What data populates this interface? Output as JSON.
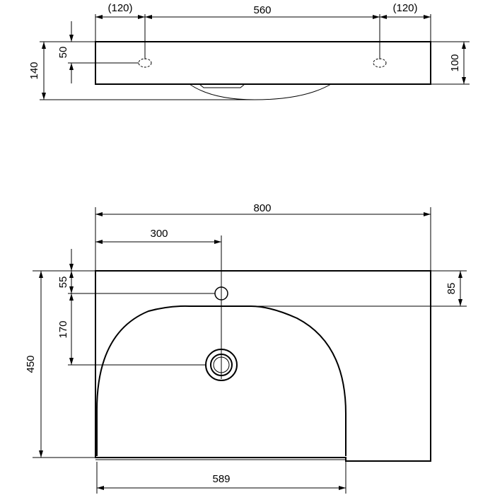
{
  "side_view": {
    "dims": {
      "left_offset": "(120)",
      "hole_spacing": "560",
      "right_offset": "(120)",
      "hole_height": "50",
      "total_height": "140",
      "right_height": "100"
    }
  },
  "top_view": {
    "dims": {
      "total_width": "800",
      "tap_offset": "300",
      "tap_to_edge": "55",
      "tap_to_drain": "170",
      "total_depth": "450",
      "right_edge_depth": "85",
      "bowl_width": "589"
    }
  }
}
